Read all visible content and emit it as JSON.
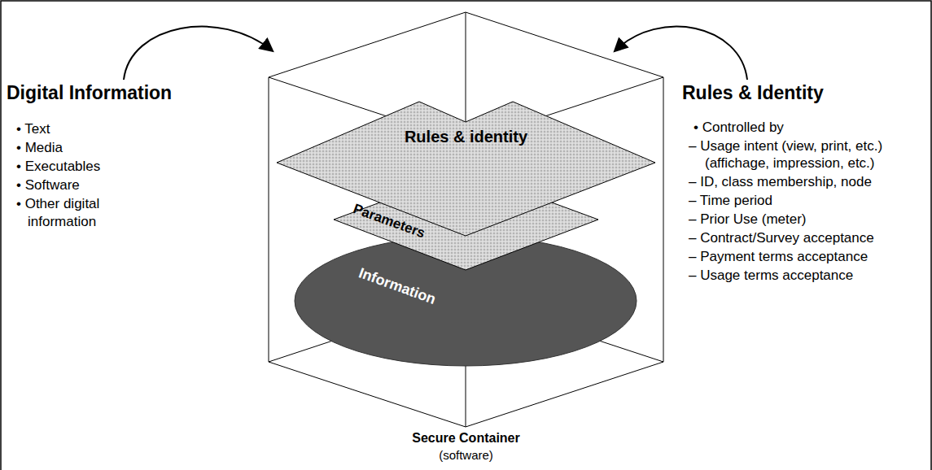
{
  "diagram": {
    "nodes": [
      {
        "text": [
          "Secure Container",
          "(software)"
        ]
      },
      {
        "text": [
          "Rules & identity"
        ],
        "in": 0
      },
      {
        "text": [
          "Parameters"
        ],
        "in": 0
      },
      {
        "text": [
          "Information"
        ],
        "in": 0
      }
    ],
    "labels": [
      "Digital Information",
      "• Text",
      "• Media",
      "• Executables",
      "• Software",
      "• Other digital information",
      "Rules & Identity",
      "• Controlled by",
      "– Usage intent (view, print, etc.)",
      "(affichage, impression, etc.)",
      "– ID, class membership, node",
      "– Time period",
      "– Prior Use (meter)",
      "– Contract/Survey acceptance",
      "– Payment terms acceptance",
      "– Usage terms acceptance"
    ]
  }
}
